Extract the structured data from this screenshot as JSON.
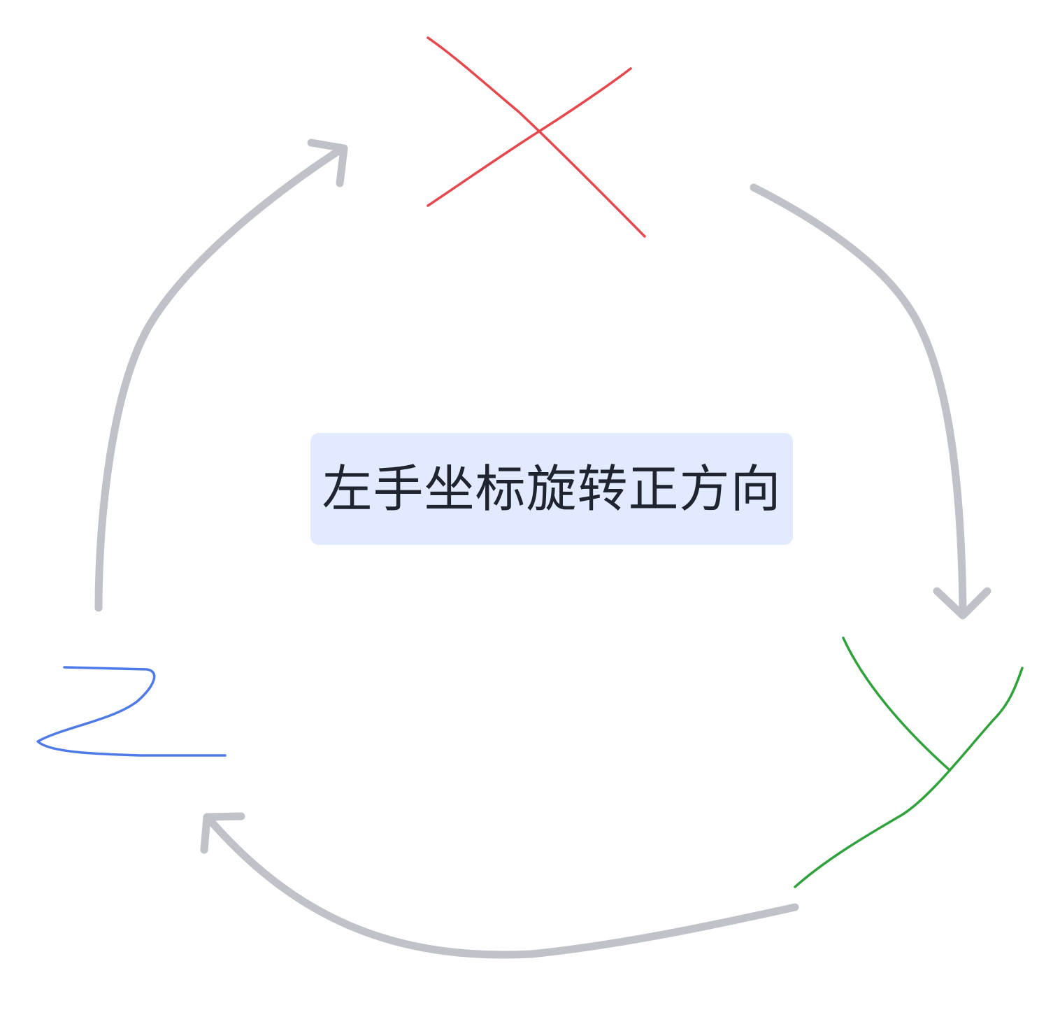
{
  "diagram": {
    "center_label": "左手坐标旋转正方向",
    "nodes": [
      {
        "id": "x",
        "label": "X",
        "color": "#e5484d"
      },
      {
        "id": "y",
        "label": "Y",
        "color": "#30a23c"
      },
      {
        "id": "z",
        "label": "Z",
        "color": "#4f7be8"
      }
    ],
    "edges": [
      {
        "from": "x",
        "to": "y"
      },
      {
        "from": "y",
        "to": "z"
      },
      {
        "from": "z",
        "to": "x"
      }
    ]
  },
  "colors": {
    "arrow": "#bfc2c8",
    "label_bg": "#e1eafe",
    "label_text": "#1f2430",
    "background": "#ffffff"
  }
}
